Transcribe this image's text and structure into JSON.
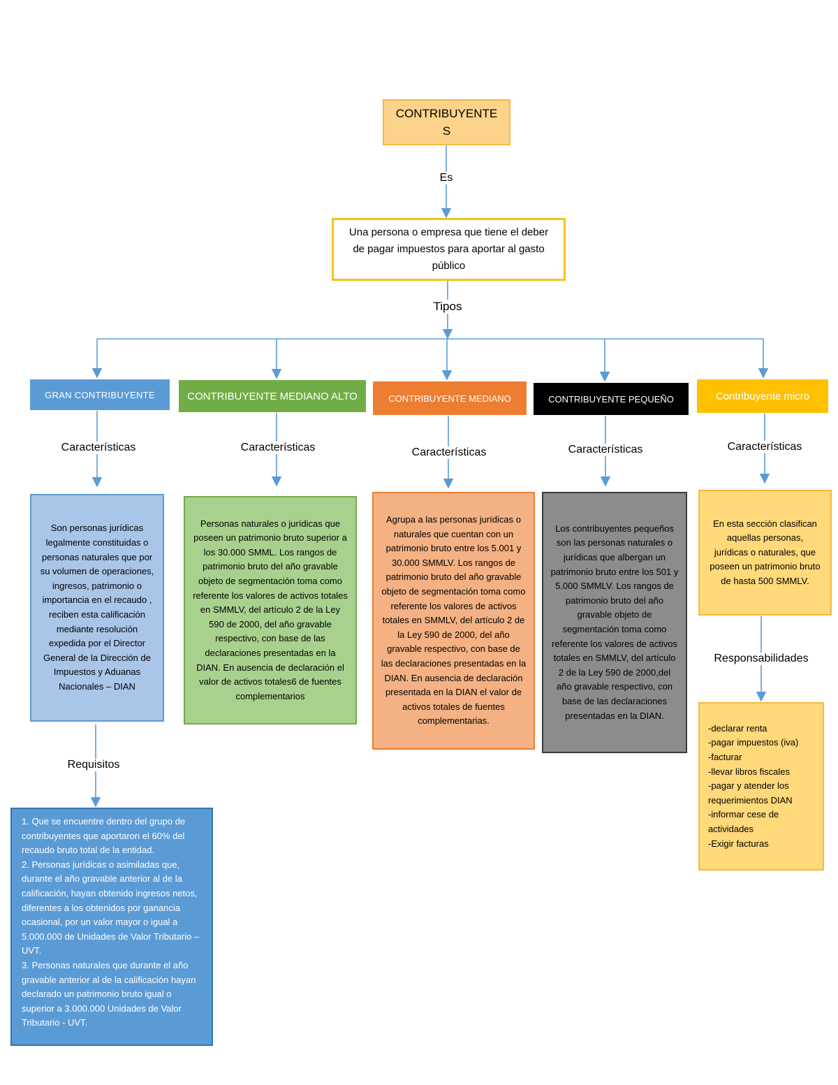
{
  "root": {
    "lines": [
      "CONTRIBUYENTE",
      "S"
    ]
  },
  "connector_root": "Es",
  "definition": "Una persona o empresa que tiene el deber de pagar impuestos para aportar al gasto público",
  "connector_types": "Tipos",
  "types": [
    {
      "title": "GRAN CONTRIBUYENTE",
      "connector": "Características",
      "description": "Son personas jurídicas legalmente constituidas o personas naturales que por su volumen de operaciones, ingresos, patrimonio o importancia en el recaudo , reciben esta calificación mediante resolución expedida por el Director General de la Dirección de Impuestos y Aduanas Nacionales – DIAN"
    },
    {
      "title": "CONTRIBUYENTE MEDIANO ALTO",
      "connector": "Características",
      "description": "Personas naturales o jurídicas que poseen un patrimonio bruto superior a los 30.000 SMML. Los rangos de patrimonio bruto del año gravable objeto de segmentación toma como referente los valores de activos totales en SMMLV, del artículo 2 de la Ley 590 de 2000, del año gravable respectivo, con base de las declaraciones presentadas en la DIAN. En ausencia de declaración el valor de activos totales6 de fuentes complementarios"
    },
    {
      "title": "CONTRIBUYENTE MEDIANO",
      "connector": "Características",
      "description": "Agrupa a las personas jurídicas o naturales que cuentan con un patrimonio bruto entre los 5.001 y 30.000 SMMLV. Los rangos de patrimonio bruto del año gravable objeto de segmentación toma como referente los valores de activos totales en SMMLV, del artículo 2 de la Ley 590 de 2000, del año gravable respectivo, con base de las declaraciones presentadas en la DIAN. En ausencia de declaración presentada en la DIAN el valor de activos totales de fuentes complementarias."
    },
    {
      "title": "CONTRIBUYENTE PEQUEÑO",
      "connector": "Características",
      "description": "Los contribuyentes pequeños son las personas naturales o jurídicas que albergan un patrimonio bruto entre los 501 y 5.000 SMMLV. Los rangos de patrimonio bruto del año gravable objeto de segmentación toma como referente los valores de activos totales en SMMLV, del artículo 2 de la Ley 590 de 2000,del año gravable respectivo, con base de las declaraciones presentadas en la DIAN."
    },
    {
      "title": "Contribuyente micro",
      "connector": "Características",
      "description": "En esta sección clasifican aquellas personas, jurídicas o naturales, que poseen un patrimonio bruto de hasta 500 SMMLV."
    }
  ],
  "requirements": {
    "connector": "Requisitos",
    "items": [
      "1. Que se encuentre dentro del grupo de contribuyentes que aportaron el 60% del recaudo bruto total de la entidad.",
      "2. Personas jurídicas o asimiladas que, durante el año gravable anterior al de la calificación, hayan obtenido ingresos netos, diferentes a los obtenidos por ganancia ocasional, por un valor mayor o igual a 5.000.000 de Unidades de Valor Tributario – UVT.",
      "3. Personas naturales que durante el año gravable anterior al de la calificación hayan declarado un patrimonio bruto igual o superior a 3.000.000 Unidades de Valor Tributario - UVT."
    ]
  },
  "responsibilities": {
    "connector": "Responsabilidades",
    "items": [
      "-declarar renta",
      "-pagar impuestos (iva)",
      "-facturar",
      "-llevar libros fiscales",
      "-pagar y atender los requerimientos DIAN",
      "-informar cese de actividades",
      "-Exigir facturas"
    ]
  },
  "colors": {
    "arrow": "#5b9bd5",
    "gran": "#5b9bd5",
    "mediano_alto": "#70ad47",
    "mediano": "#ed7d31",
    "pequeno": "#000000",
    "micro": "#ffc000"
  }
}
